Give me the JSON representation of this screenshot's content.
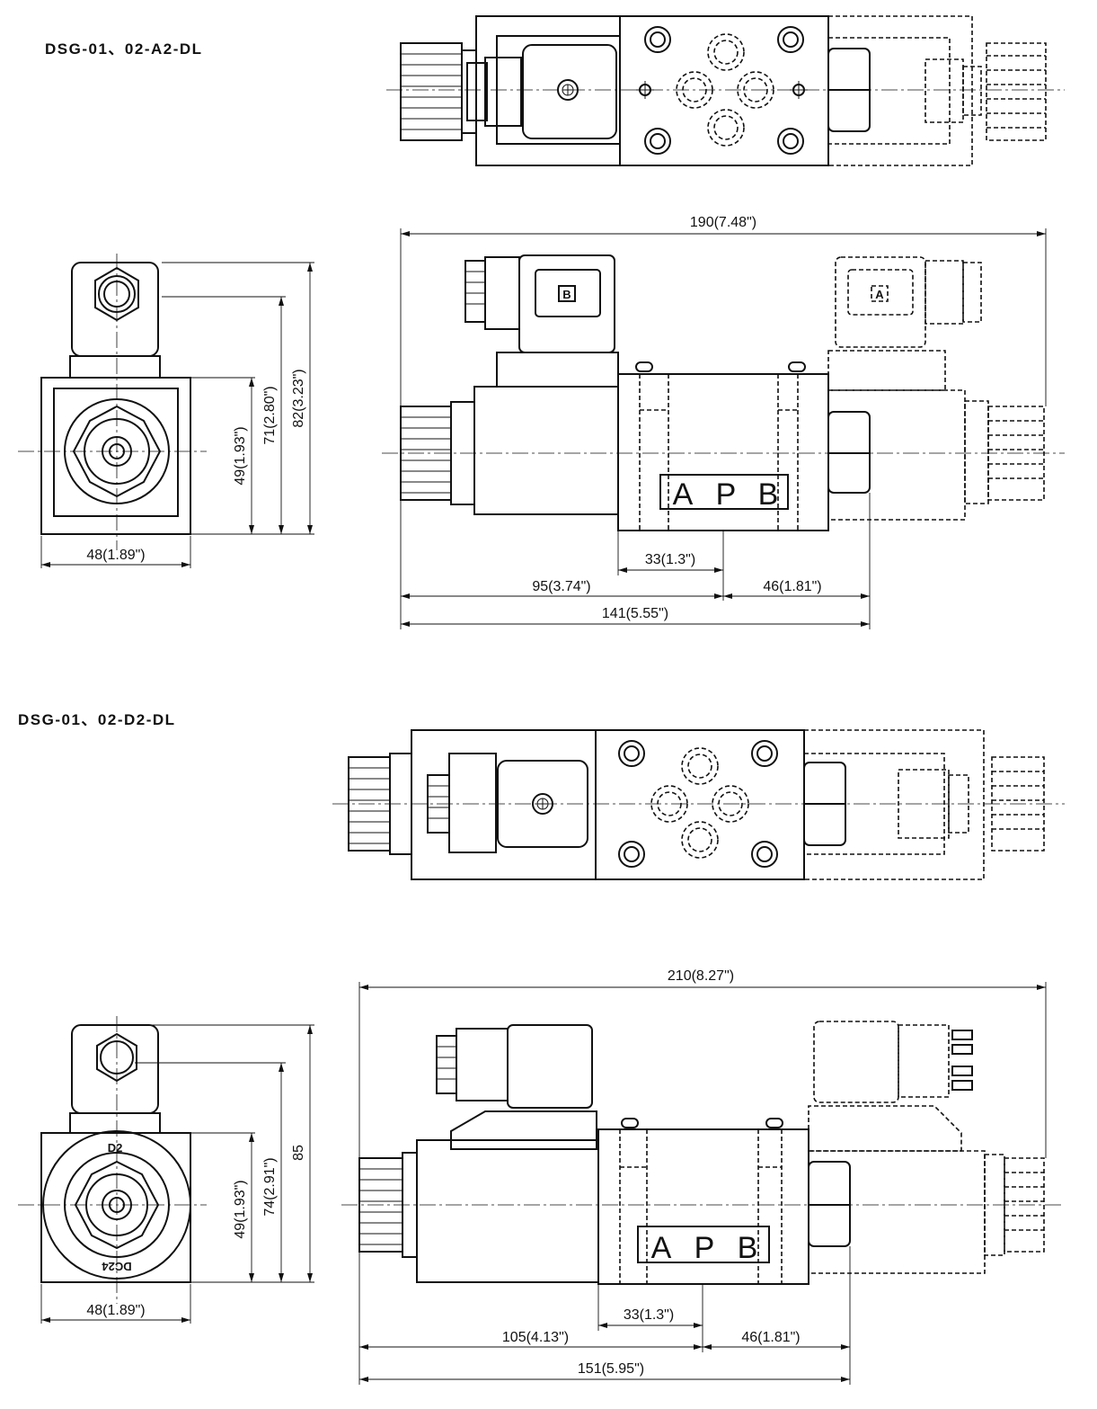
{
  "sections": [
    {
      "title": "DSG-01、02-A2-DL",
      "dims": {
        "overall_length": "190(7.48\")",
        "body_width": "48(1.89\")",
        "center_height": "49(1.93\")",
        "coil_height": "71(2.80\")",
        "total_height": "82(3.23\")",
        "port_spacing": "33(1.3\")",
        "left_to_center": "95(3.74\")",
        "center_to_right": "46(1.81\")",
        "body_length": "141(5.55\")"
      },
      "solenoid_labels": {
        "left": "B",
        "right": "A"
      },
      "ports": [
        "A",
        "P",
        "B"
      ]
    },
    {
      "title": "DSG-01、02-D2-DL",
      "dims": {
        "overall_length": "210(8.27\")",
        "body_width": "48(1.89\")",
        "center_height": "49(1.93\")",
        "coil_height": "74(2.91\")",
        "total_height": "85",
        "port_spacing": "33(1.3\")",
        "left_to_center": "105(4.13\")",
        "center_to_right": "46(1.81\")",
        "body_length": "151(5.95\")"
      },
      "coil_marks": {
        "top": "D2",
        "bottom": "DC24"
      },
      "ports": [
        "A",
        "P",
        "B"
      ]
    }
  ]
}
